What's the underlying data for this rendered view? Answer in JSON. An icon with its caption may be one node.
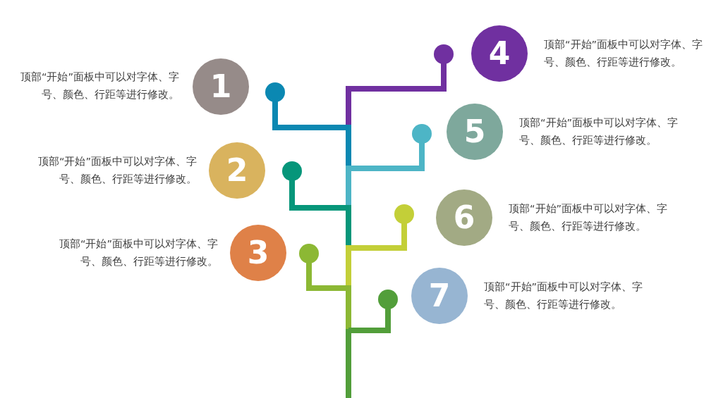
{
  "diagram": {
    "nodes": [
      {
        "text": [
          "1"
        ],
        "beside": [
          "顶部“开始”面板中可以对字体、字号、颜色、行距等进行修改。"
        ]
      },
      {
        "text": [
          "2"
        ],
        "beside": [
          "顶部“开始”面板中可以对字体、字号、颜色、行距等进行修改。"
        ]
      },
      {
        "text": [
          "3"
        ],
        "beside": [
          "顶部“开始”面板中可以对字体、字号、颜色、行距等进行修改。"
        ]
      },
      {
        "text": [
          "4"
        ],
        "beside": [
          "顶部“开始”面板中可以对字体、字号、颜色、行距等进行修改。"
        ]
      },
      {
        "text": [
          "5"
        ],
        "beside": [
          "顶部“开始”面板中可以对字体、字号、颜色、行距等进行修改。"
        ]
      },
      {
        "text": [
          "6"
        ],
        "beside": [
          "顶部“开始”面板中可以对字体、字号、颜色、行距等进行修改。"
        ]
      },
      {
        "text": [
          "7"
        ],
        "beside": [
          "顶部“开始”面板中可以对字体、字号、颜色、行距等进行修改。"
        ]
      }
    ]
  }
}
